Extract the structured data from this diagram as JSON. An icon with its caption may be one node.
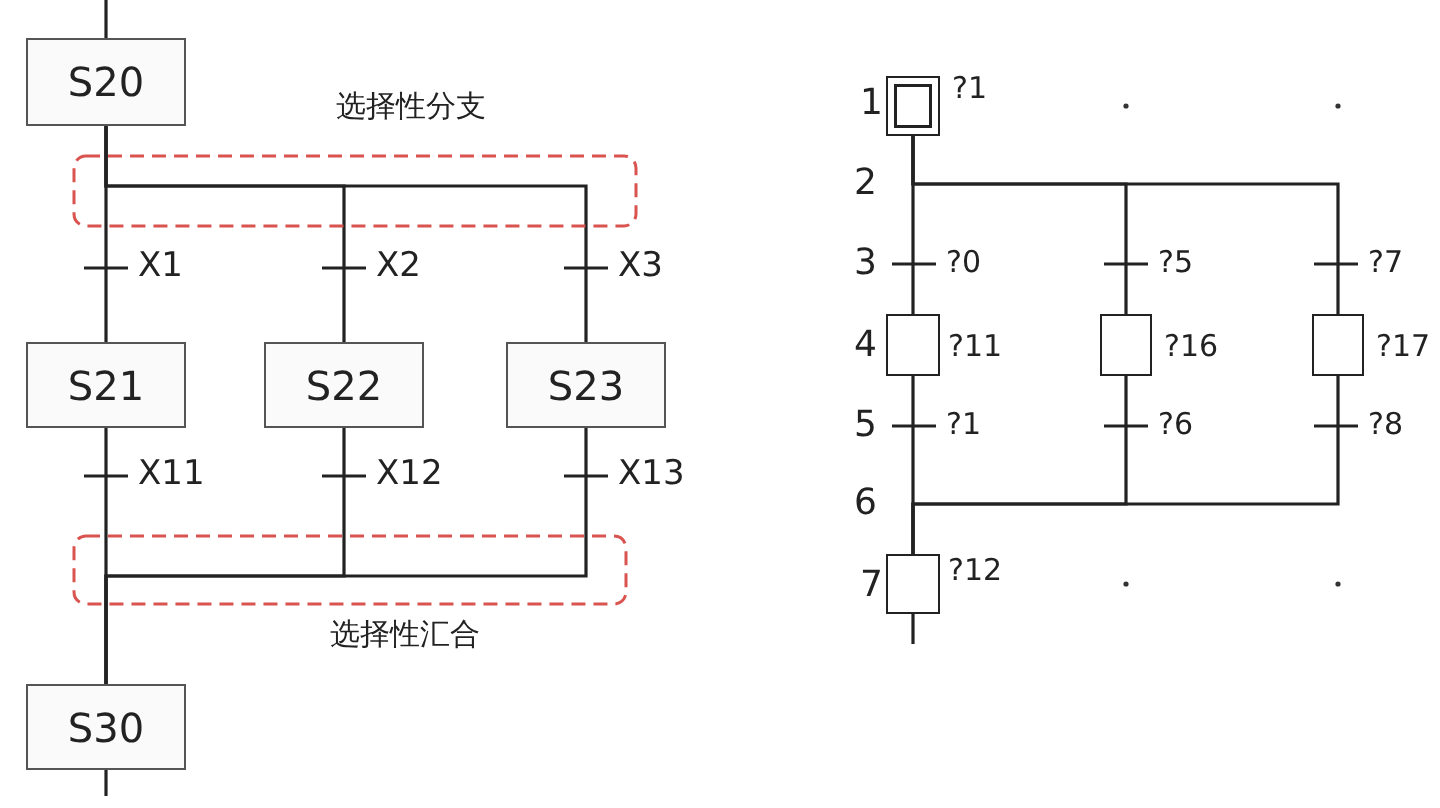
{
  "diagram": {
    "nodes": [
      {
        "text": [
          "S20"
        ]
      },
      {
        "text": [
          "S21"
        ]
      },
      {
        "text": [
          "S22"
        ]
      },
      {
        "text": [
          "S23"
        ]
      },
      {
        "text": [
          "S30"
        ]
      },
      {
        "text": [],
        "shape": "box",
        "beside": [
          "1",
          "?1"
        ]
      },
      {
        "text": [],
        "shape": "box",
        "beside": [
          "4",
          "?11"
        ]
      },
      {
        "text": [],
        "shape": "box",
        "beside": [
          "?16"
        ]
      },
      {
        "text": [],
        "shape": "box",
        "beside": [
          "?17"
        ]
      },
      {
        "text": [],
        "shape": "box",
        "beside": [
          "7",
          "?12"
        ]
      }
    ],
    "edges": [
      {
        "from": null,
        "to": 0,
        "arrow": "none"
      },
      {
        "from": 0,
        "to": 1,
        "arrow": "none",
        "label": "X1"
      },
      {
        "from": 0,
        "to": 2,
        "arrow": "none",
        "label": "X2"
      },
      {
        "from": 0,
        "to": 3,
        "arrow": "none",
        "label": "X3"
      },
      {
        "from": 1,
        "to": 4,
        "arrow": "none",
        "label": "X11"
      },
      {
        "from": 2,
        "to": 4,
        "arrow": "none",
        "label": "X12"
      },
      {
        "from": 3,
        "to": 4,
        "arrow": "none",
        "label": "X13"
      },
      {
        "from": 4,
        "to": null,
        "arrow": "none"
      },
      {
        "from": 5,
        "to": 6,
        "arrow": "none",
        "label": "?0"
      },
      {
        "from": 5,
        "to": 7,
        "arrow": "none",
        "label": "?5"
      },
      {
        "from": 5,
        "to": 8,
        "arrow": "none",
        "label": "?7"
      },
      {
        "from": 6,
        "to": 9,
        "arrow": "none",
        "label": "?1"
      },
      {
        "from": 7,
        "to": 9,
        "arrow": "none",
        "label": "?6"
      },
      {
        "from": 8,
        "to": 9,
        "arrow": "none",
        "label": "?8"
      },
      {
        "from": 9,
        "to": null,
        "arrow": "none"
      }
    ],
    "labels": [
      "选择性分支",
      "2",
      "3",
      "5",
      "6",
      "选择性汇合"
    ]
  }
}
